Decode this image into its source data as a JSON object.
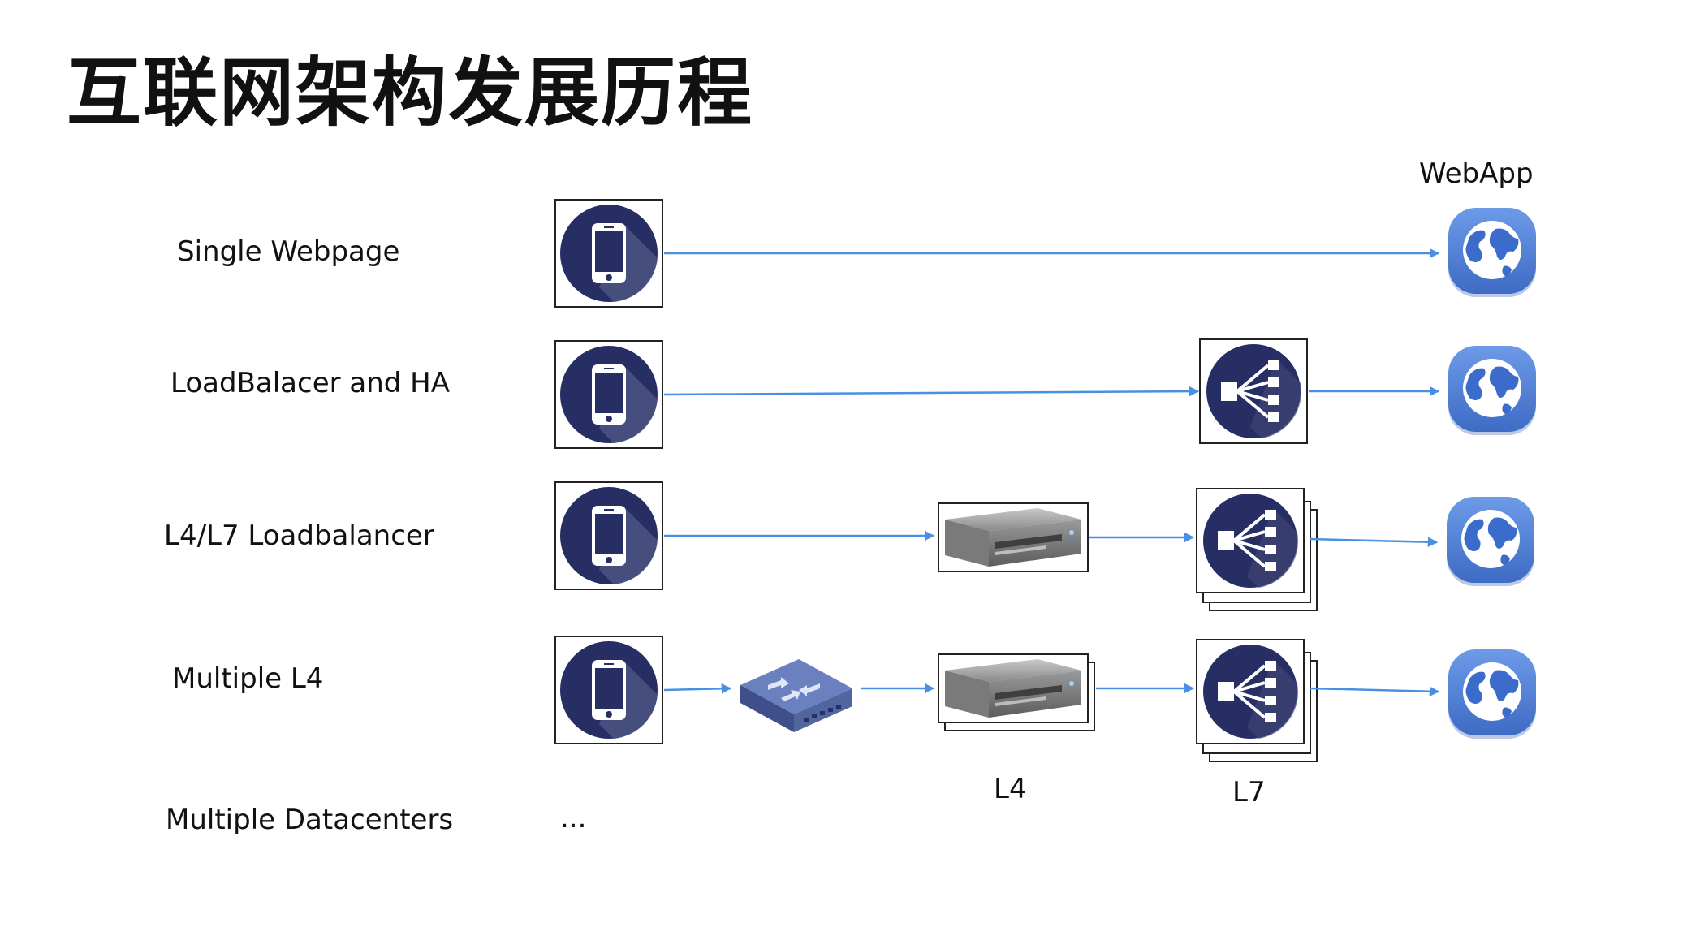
{
  "title": "互联网架构发展历程",
  "rows": [
    {
      "label": "Single Webpage"
    },
    {
      "label": "LoadBalacer and HA"
    },
    {
      "label": "L4/L7 Loadbalancer"
    },
    {
      "label": "Multiple L4"
    },
    {
      "label": "Multiple Datacenters"
    }
  ],
  "continuation": "...",
  "columns": {
    "webapp": "WebApp",
    "l4": "L4",
    "l7": "L7"
  },
  "icons": {
    "client": "smartphone-icon",
    "switch": "network-switch-icon",
    "l4": "server-icon",
    "l7": "load-balancer-icon",
    "webapp": "globe-icon"
  },
  "colors": {
    "arrow": "#4a90e2",
    "icon_navy": "#262e63",
    "globe": "#4f7fd6"
  }
}
